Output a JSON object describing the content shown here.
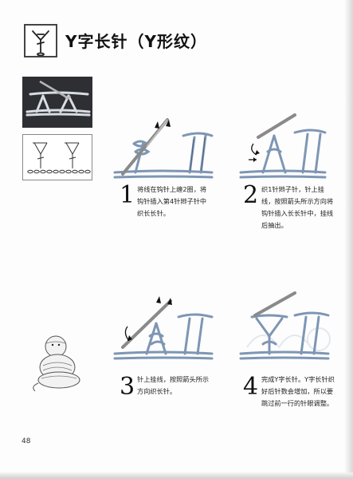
{
  "header": {
    "title": "Y字长针（Y形纹）",
    "symbol_icon": "y-stitch-symbol-icon"
  },
  "steps": [
    {
      "number": "1",
      "lines": [
        "将线在钩针上缠2圈，将",
        "钩针插入第4针辫子针中",
        "织长长针。"
      ]
    },
    {
      "number": "2",
      "lines": [
        "织1针辫子针，针上挂",
        "线，按照箭头所示方向将",
        "钩针插入长长针中，挂线",
        "后抽出。"
      ]
    },
    {
      "number": "3",
      "lines": [
        "针上挂线，按照箭头所示",
        "方向织长针。"
      ]
    },
    {
      "number": "4",
      "lines": [
        "完成Y字长针。Y字长针织",
        "好后针数会增加，所以要",
        "跳过前一行的针眼调整。"
      ]
    }
  ],
  "footer": {
    "page_number": "48"
  },
  "colors": {
    "yarn_blue": "#7e96b4",
    "yarn_light": "#b9c8db",
    "hook": "#8a8a8a",
    "accent": "#111111"
  }
}
